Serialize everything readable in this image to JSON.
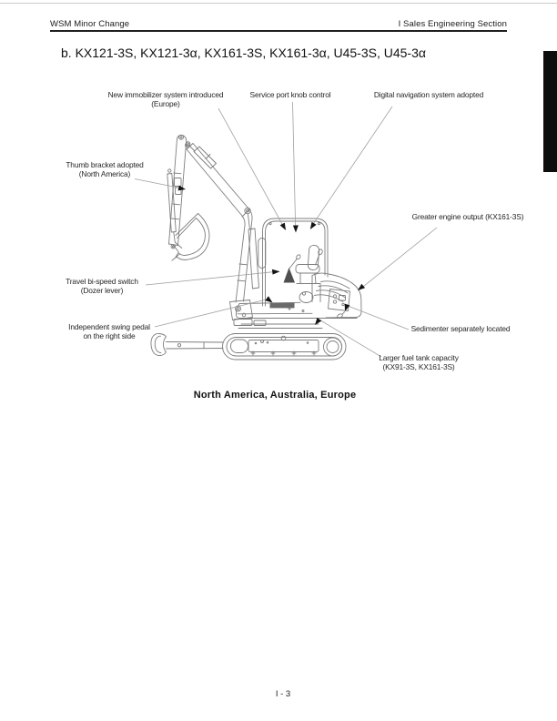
{
  "page": {
    "header": {
      "left": "WSM Minor Change",
      "right": "I Sales Engineering Section"
    },
    "heading": "b. KX121-3S, KX121-3α, KX161-3S, KX161-3α, U45-3S, U45-3α",
    "caption": "North America, Australia, Europe",
    "footer": "I - 3"
  },
  "diagram": {
    "subject": "mini-excavator side view",
    "callouts": [
      {
        "id": "new-immobilizer",
        "line1": "New immobilizer system introduced",
        "line2": "(Europe)"
      },
      {
        "id": "service-port",
        "line1": "Service port knob control",
        "line2": ""
      },
      {
        "id": "digital-nav",
        "line1": "Digital navigation system adopted",
        "line2": ""
      },
      {
        "id": "thumb-bracket",
        "line1": "Thumb bracket adopted",
        "line2": "(North America)"
      },
      {
        "id": "greater-engine",
        "line1": "Greater engine output (KX161-3S)",
        "line2": ""
      },
      {
        "id": "travel-bispeed",
        "line1": "Travel bi-speed switch",
        "line2": "(Dozer lever)"
      },
      {
        "id": "independent-swing",
        "line1": "Independent swing pedal",
        "line2": "on the right side"
      },
      {
        "id": "sedimenter",
        "line1": "Sedimenter separately located",
        "line2": ""
      },
      {
        "id": "larger-fuel",
        "line1": "Larger fuel tank capacity",
        "line2": "(KX91-3S, KX161-3S)"
      }
    ]
  },
  "colors": {
    "text": "#1a1a1a",
    "drawing_line": "#7d7d7d",
    "leader_line": "#a0a0a0",
    "arrow": "#141414",
    "side_tab": "#0d0d0d"
  }
}
